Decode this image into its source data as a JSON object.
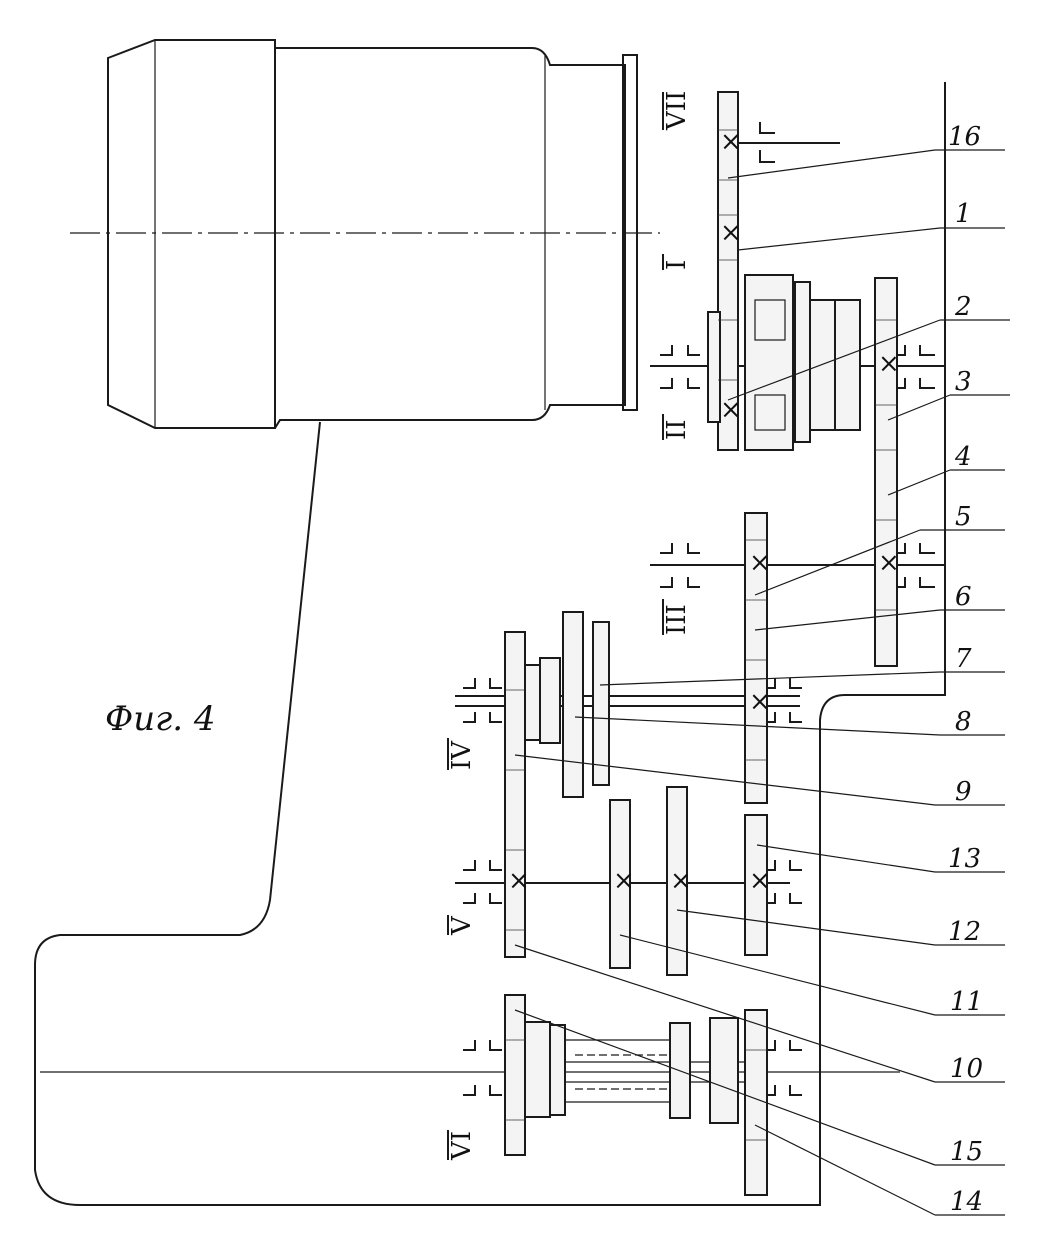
{
  "figure_label": "Фиг. 4",
  "shaft_labels": [
    "VII",
    "I",
    "II",
    "III",
    "IV",
    "V",
    "VI"
  ],
  "part_numbers": [
    "16",
    "1",
    "2",
    "3",
    "4",
    "5",
    "6",
    "7",
    "8",
    "9",
    "13",
    "12",
    "11",
    "10",
    "15",
    "14"
  ]
}
